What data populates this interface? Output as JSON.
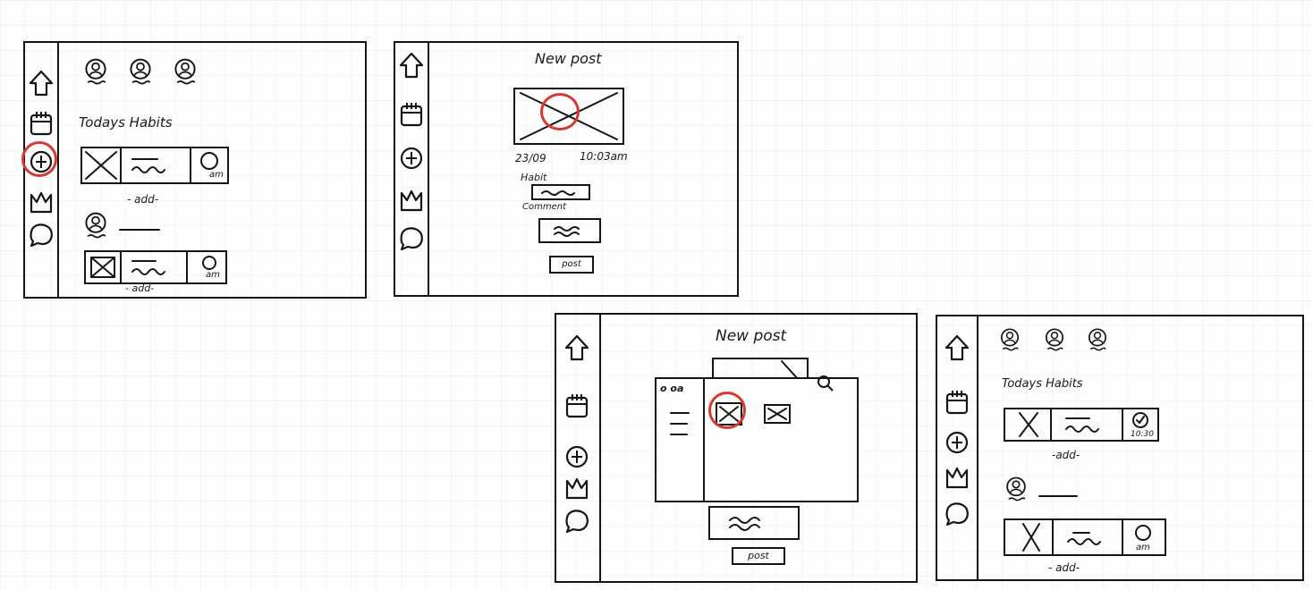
{
  "frames": {
    "f1": {
      "section_title": "Todays Habits",
      "add_label": "- add-",
      "add_label_2": "- add-",
      "time_label": "am",
      "time_label_2": "am"
    },
    "f2": {
      "title": "New post",
      "date": "23/09",
      "time": "10:03am",
      "habit_label": "Habit",
      "comment_label": "Comment",
      "post_button": "post"
    },
    "f3": {
      "title": "New post",
      "picker_header": "o oa",
      "post_button": "post"
    },
    "f4": {
      "section_title": "Todays Habits",
      "time_done": "10:30",
      "add_label": "-add-",
      "add_label_2": "- add-",
      "time_label_2": "am"
    }
  },
  "highlight_color": "#d63a2e",
  "icons": [
    "home-arrow-icon",
    "calendar-icon",
    "add-circle-icon",
    "crown-icon",
    "chat-bubble-icon",
    "avatar-icon",
    "image-placeholder-icon",
    "search-icon",
    "check-icon"
  ]
}
